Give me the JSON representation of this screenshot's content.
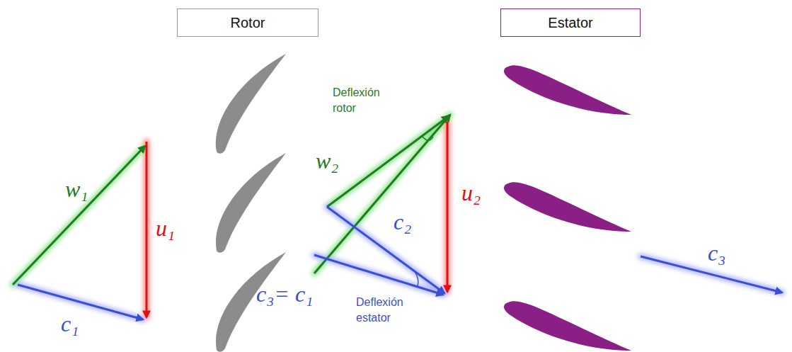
{
  "diagram": {
    "nodes": [
      {
        "text": [
          "Rotor"
        ]
      },
      {
        "text": [
          "Estator"
        ]
      }
    ],
    "labels": [
      "w₁",
      "u₁",
      "c₁",
      "Deflexión rotor",
      "w₂",
      "u₂",
      "c₂",
      "c₃= c₁",
      "Deflexión estator",
      "c₃"
    ]
  }
}
